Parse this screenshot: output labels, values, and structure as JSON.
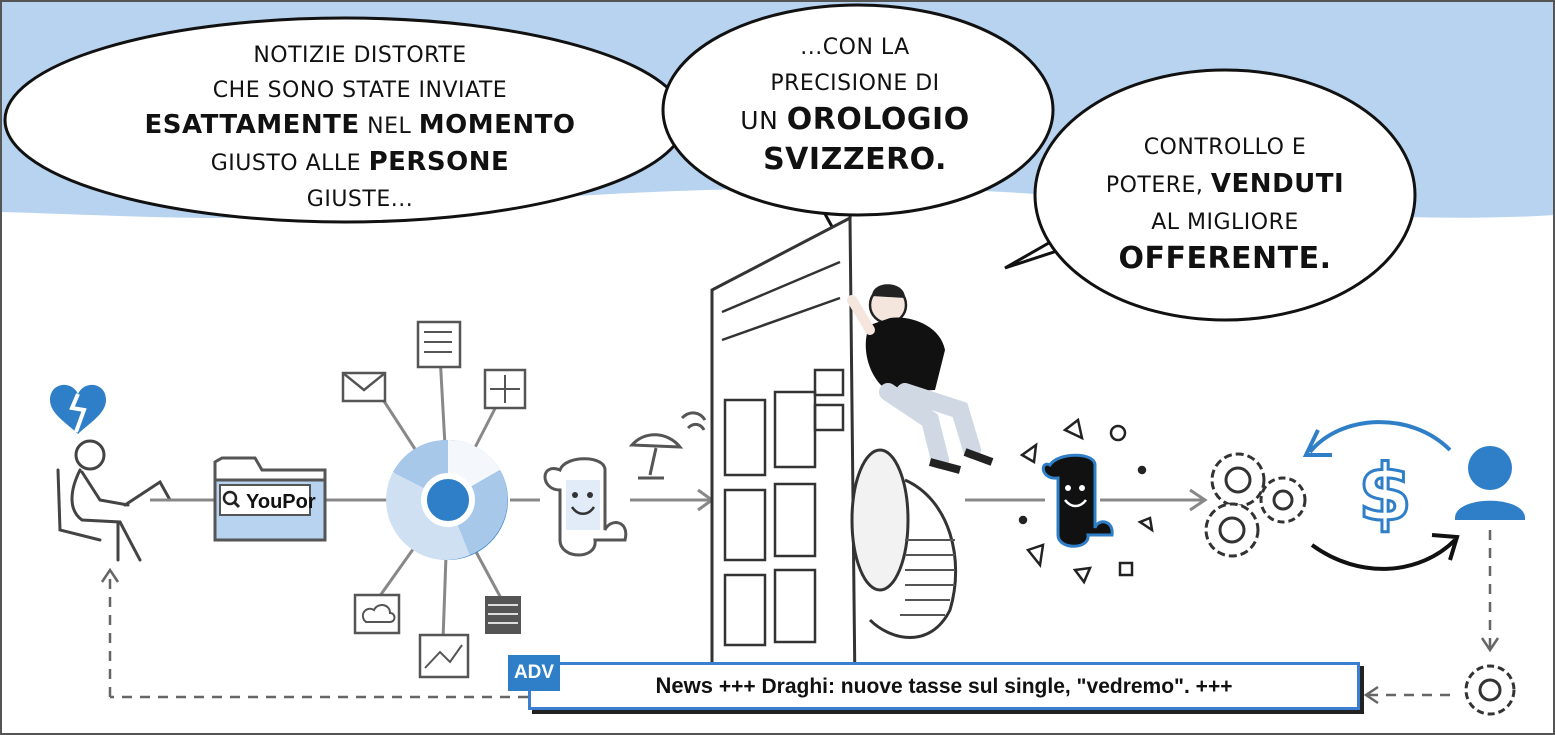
{
  "bubbles": {
    "left": {
      "line1": "NOTIZIE DISTORTE",
      "line2": "CHE SONO STATE INVIATE",
      "line3a": "ESATTAMENTE",
      "line3b": " NEL ",
      "line3c": "MOMENTO",
      "line4a": "GIUSTO ALLE ",
      "line4b": "PERSONE",
      "line5": "GIUSTE..."
    },
    "center": {
      "line1": "...CON LA",
      "line2": "PRECISIONE DI",
      "line3a": "UN ",
      "line3b": "OROLOGIO",
      "line4": "SVIZZERO."
    },
    "right": {
      "line1": "CONTROLLO E",
      "line2a": "POTERE, ",
      "line2b": "VENDUTI",
      "line3": "AL MIGLIORE",
      "line4": "OFFERENTE."
    }
  },
  "folder": {
    "label": "YouPor"
  },
  "ticker": {
    "badge": "ADV",
    "label": "News",
    "text": " +++ Draghi: nuove tasse sul single, \"vedremo\". +++"
  },
  "icons": {
    "broken_heart": "broken-heart-icon",
    "browser": "chrome-icon",
    "dollar": "dollar-icon",
    "user": "user-icon",
    "gears": "gears-icon"
  },
  "colors": {
    "accent_blue": "#2f7fc8",
    "light_blue": "#a8c8ea",
    "sky": "#b7d3ef"
  }
}
